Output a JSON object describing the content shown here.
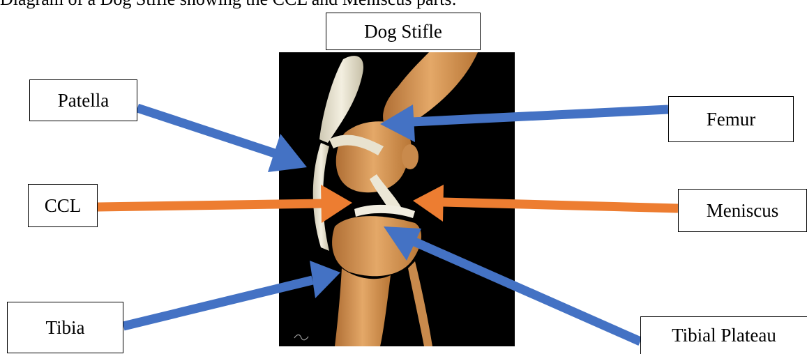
{
  "caption": "Diagram of a Dog Stifle showing the CCL and Meniscus parts:",
  "title_box": "Dog Stifle",
  "labels": {
    "patella": "Patella",
    "femur": "Femur",
    "ccl": "CCL",
    "meniscus": "Meniscus",
    "tibia": "Tibia",
    "tibial_plateau": "Tibial Plateau"
  },
  "colors": {
    "blue_arrow": "#4472C4",
    "orange_arrow": "#ED7D31",
    "bone": "#D99A55",
    "background": "#000000"
  }
}
